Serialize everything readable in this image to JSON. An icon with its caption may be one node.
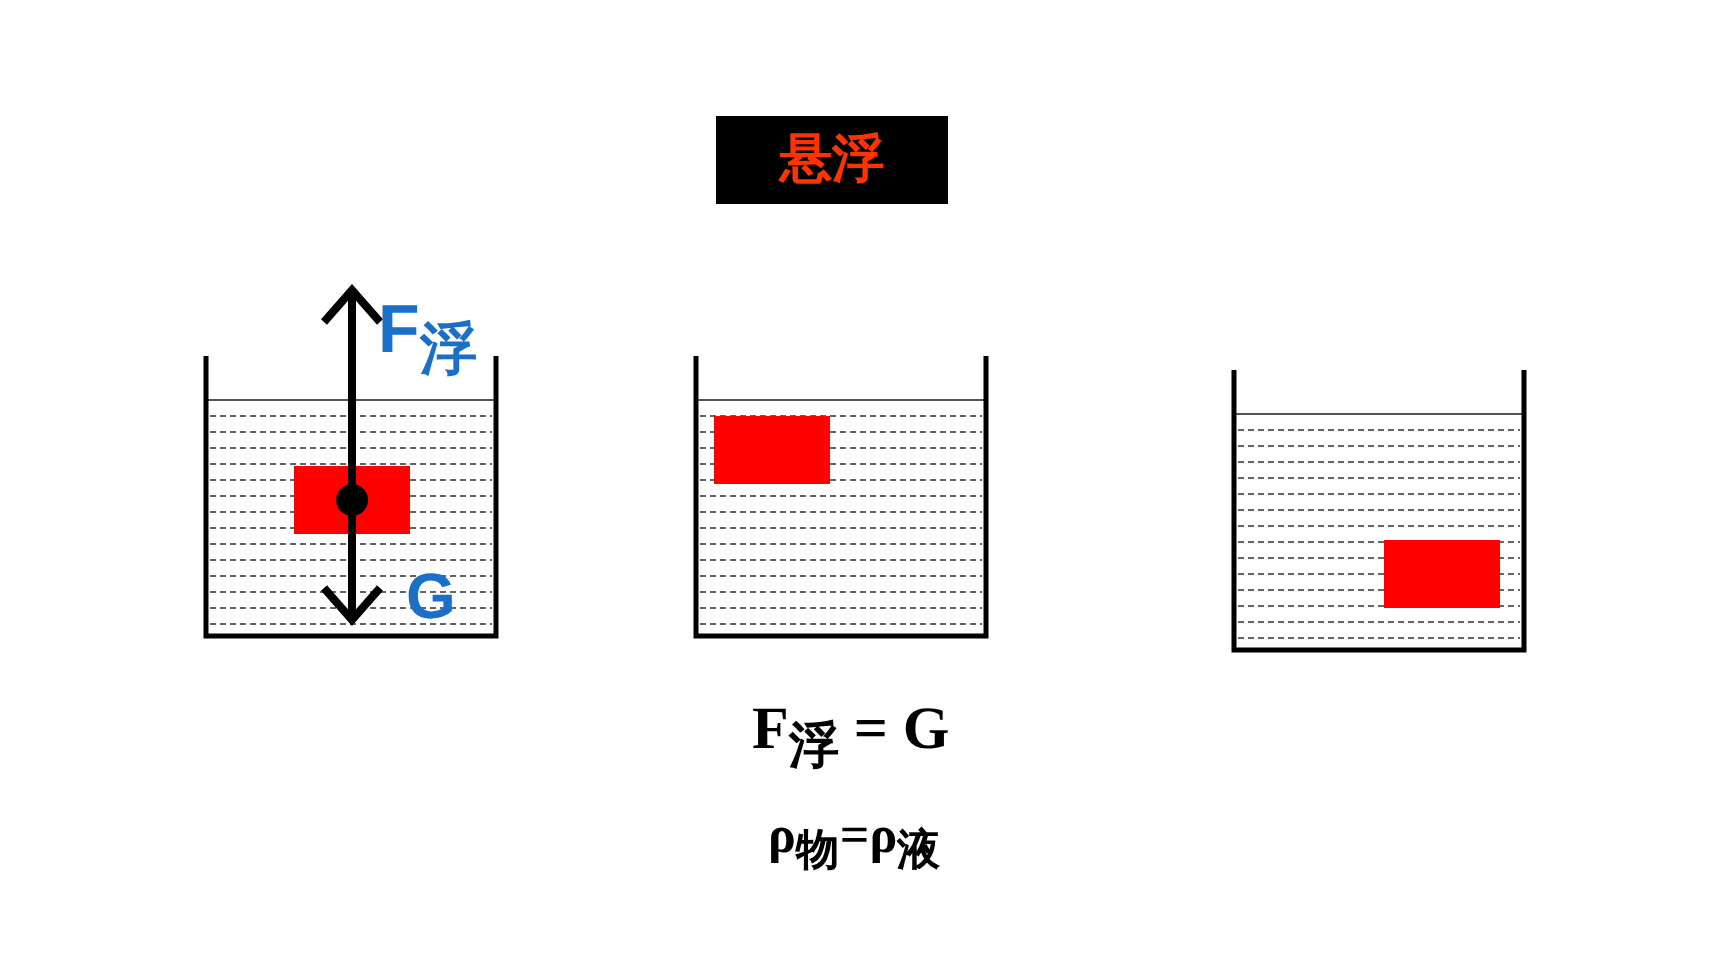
{
  "diagram": {
    "title": "悬浮",
    "labels": [
      "F$_{浮}$",
      "G",
      "F$_{浮}$ = G",
      "ρ$_{物}$=ρ$_{液}$"
    ]
  }
}
